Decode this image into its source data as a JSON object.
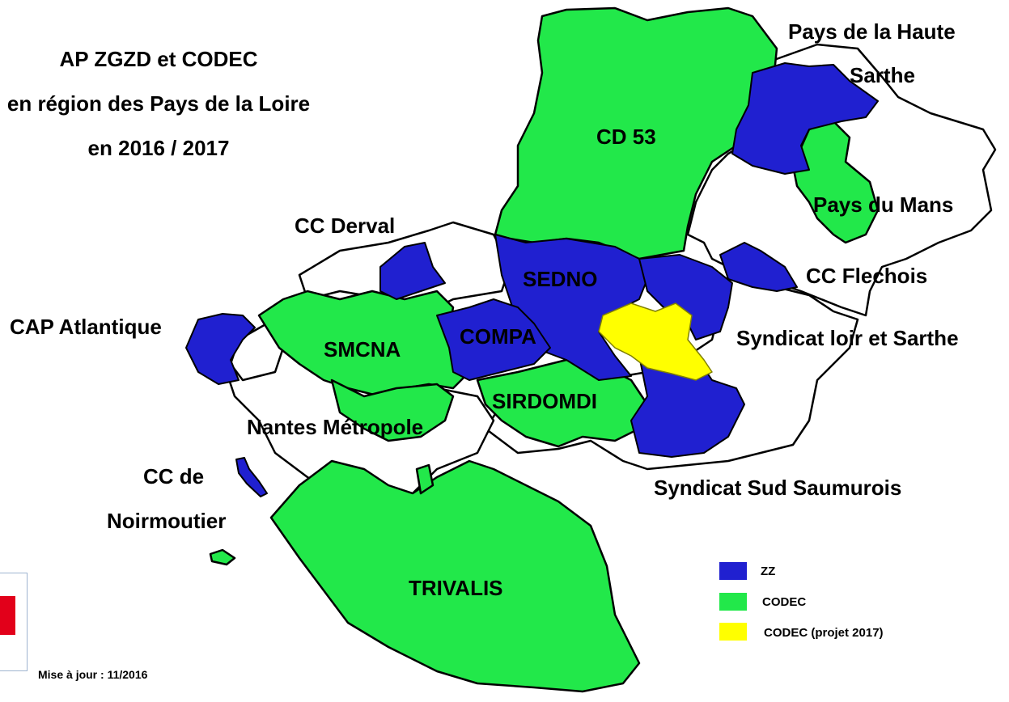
{
  "title": {
    "line1": "AP ZGZD et CODEC",
    "line2": "en région des Pays de la Loire",
    "line3": "en 2016 /  2017"
  },
  "colors": {
    "zz": "#2020d0",
    "codec": "#22e84a",
    "codec_projet": "#ffff00",
    "white_zone": "#ffffff",
    "border": "#000000"
  },
  "labels": {
    "cd53": "CD 53",
    "pays_haute_sarthe_1": "Pays de la Haute",
    "pays_haute_sarthe_2": "Sarthe",
    "pays_du_mans": "Pays du Mans",
    "cc_derval": "CC Derval",
    "sedno": "SEDNO",
    "cc_flechois": "CC Flechois",
    "cap_atlantique": "CAP Atlantique",
    "smcna": "SMCNA",
    "compa": "COMPA",
    "syndicat_loir_sarthe": "Syndicat loir et Sarthe",
    "sirdomdi": "SIRDOMDI",
    "nantes_metropole": "Nantes Métropole",
    "cc_de": "CC de",
    "noirmoutier": "Noirmoutier",
    "syndicat_sud_saumurois": "Syndicat Sud Saumurois",
    "trivalis": "TRIVALIS"
  },
  "legend": {
    "zz": "ZZ",
    "codec": "CODEC",
    "codec_projet": "CODEC (projet 2017)"
  },
  "update_note": "Mise à jour : 11/2016"
}
